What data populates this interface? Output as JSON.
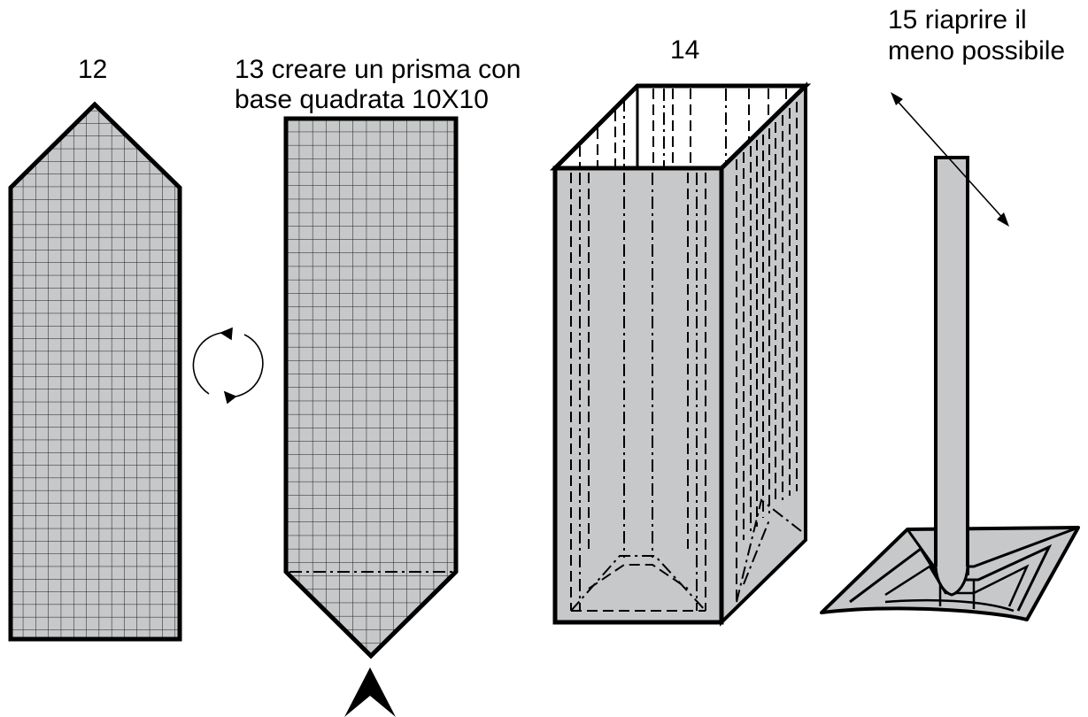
{
  "steps": [
    {
      "number_label": "12"
    },
    {
      "caption_line1": "13 creare un prisma con",
      "caption_line2": "base quadrata 10X10"
    },
    {
      "number_label": "14"
    },
    {
      "caption_line1": "15 riaprire il",
      "caption_line2": "meno possibile"
    }
  ],
  "colors": {
    "paper_fill": "#c6c8ca",
    "grid_line": "#1a1a1a",
    "outline": "#000000",
    "background": "#ffffff"
  },
  "icons": {
    "rotate": "rotate-arrows-icon",
    "valley_fold": "valley-fold-arrow-icon",
    "open_arrow": "double-arrow-icon"
  }
}
